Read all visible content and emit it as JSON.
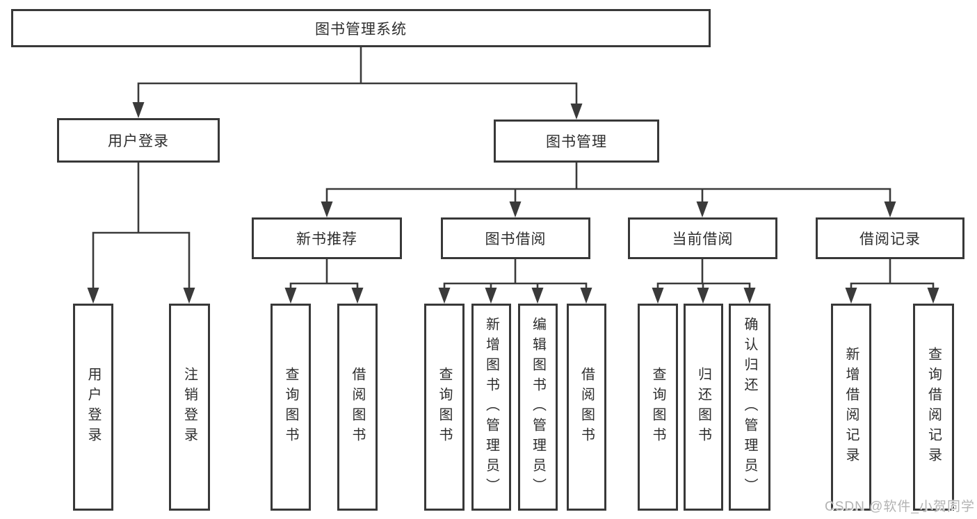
{
  "tree": {
    "root": {
      "label": "图书管理系统"
    },
    "branches": [
      {
        "label": "用户登录",
        "children": [
          {
            "label": "用户登录"
          },
          {
            "label": "注销登录"
          }
        ]
      },
      {
        "label": "图书管理",
        "children": [
          {
            "label": "新书推荐",
            "children": [
              {
                "label": "查询图书"
              },
              {
                "label": "借阅图书"
              }
            ]
          },
          {
            "label": "图书借阅",
            "children": [
              {
                "label": "查询图书"
              },
              {
                "label": "新增图书（管理员）"
              },
              {
                "label": "编辑图书（管理员）"
              },
              {
                "label": "借阅图书"
              }
            ]
          },
          {
            "label": "当前借阅",
            "children": [
              {
                "label": "查询图书"
              },
              {
                "label": "归还图书"
              },
              {
                "label": "确认归还（管理员）"
              }
            ]
          },
          {
            "label": "借阅记录",
            "children": [
              {
                "label": "新增借阅记录"
              },
              {
                "label": "查询借阅记录"
              }
            ]
          }
        ]
      }
    ]
  },
  "watermark": {
    "text": "CSDN @软件_小贺同学"
  },
  "colors": {
    "line": "#3a3a3a",
    "text": "#2d2d2d",
    "watermark": "#b3b3b3",
    "background": "#ffffff"
  }
}
